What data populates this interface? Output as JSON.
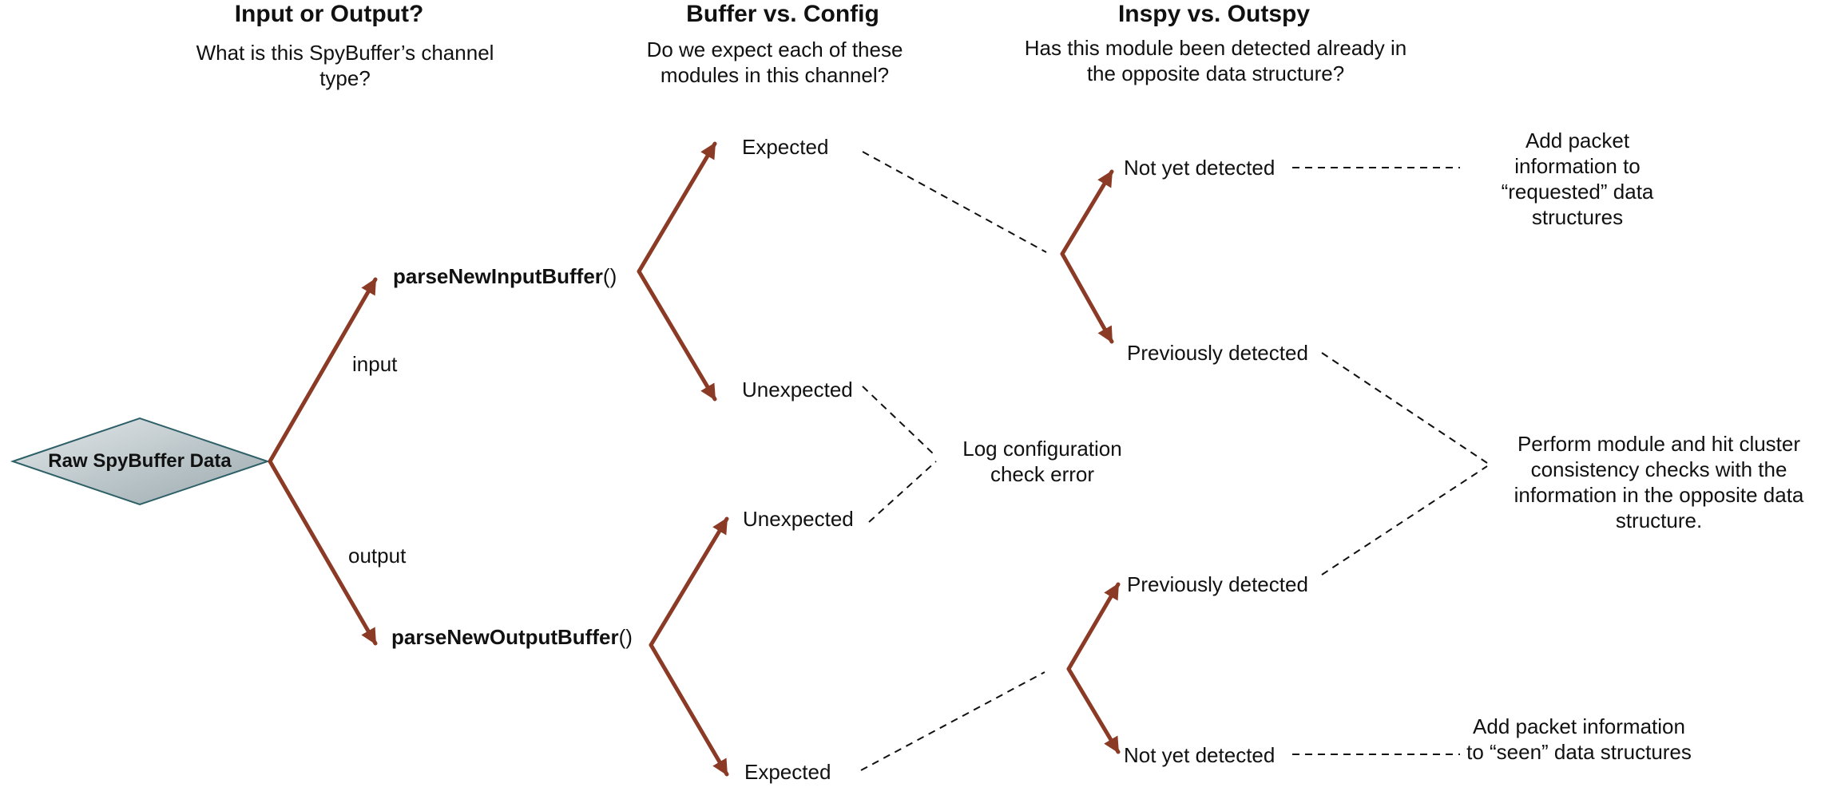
{
  "columns": [
    {
      "title": "Input or Output?",
      "subtitle": "What is this SpyBuffer’s channel type?"
    },
    {
      "title": "Buffer vs. Config",
      "subtitle": "Do we expect each of these modules in this channel?"
    },
    {
      "title": "Inspy vs. Outspy",
      "subtitle": "Has this module been detected already in the opposite data structure?"
    }
  ],
  "start_node": "Raw SpyBuffer Data",
  "branch_labels": {
    "input": "input",
    "output": "output"
  },
  "functions": {
    "input": {
      "name": "parseNewInputBuffer",
      "suffix": "()"
    },
    "output": {
      "name": "parseNewOutputBuffer",
      "suffix": "()"
    }
  },
  "outcomes": {
    "expected": "Expected",
    "unexpected": "Unexpected",
    "not_yet_detected": "Not yet detected",
    "previously_detected": "Previously detected"
  },
  "actions": {
    "log_error": "Log configuration check error",
    "add_requested": "Add packet information to “requested” data structures",
    "consistency": "Perform module and hit cluster consistency checks with the information in the opposite data structure.",
    "add_seen": "Add packet information to “seen” data structures"
  },
  "colors": {
    "arrow": "#8B3A26",
    "diamond_fill": "#b8c4c8",
    "diamond_stroke": "#2e6068",
    "dashed": "#111111"
  }
}
